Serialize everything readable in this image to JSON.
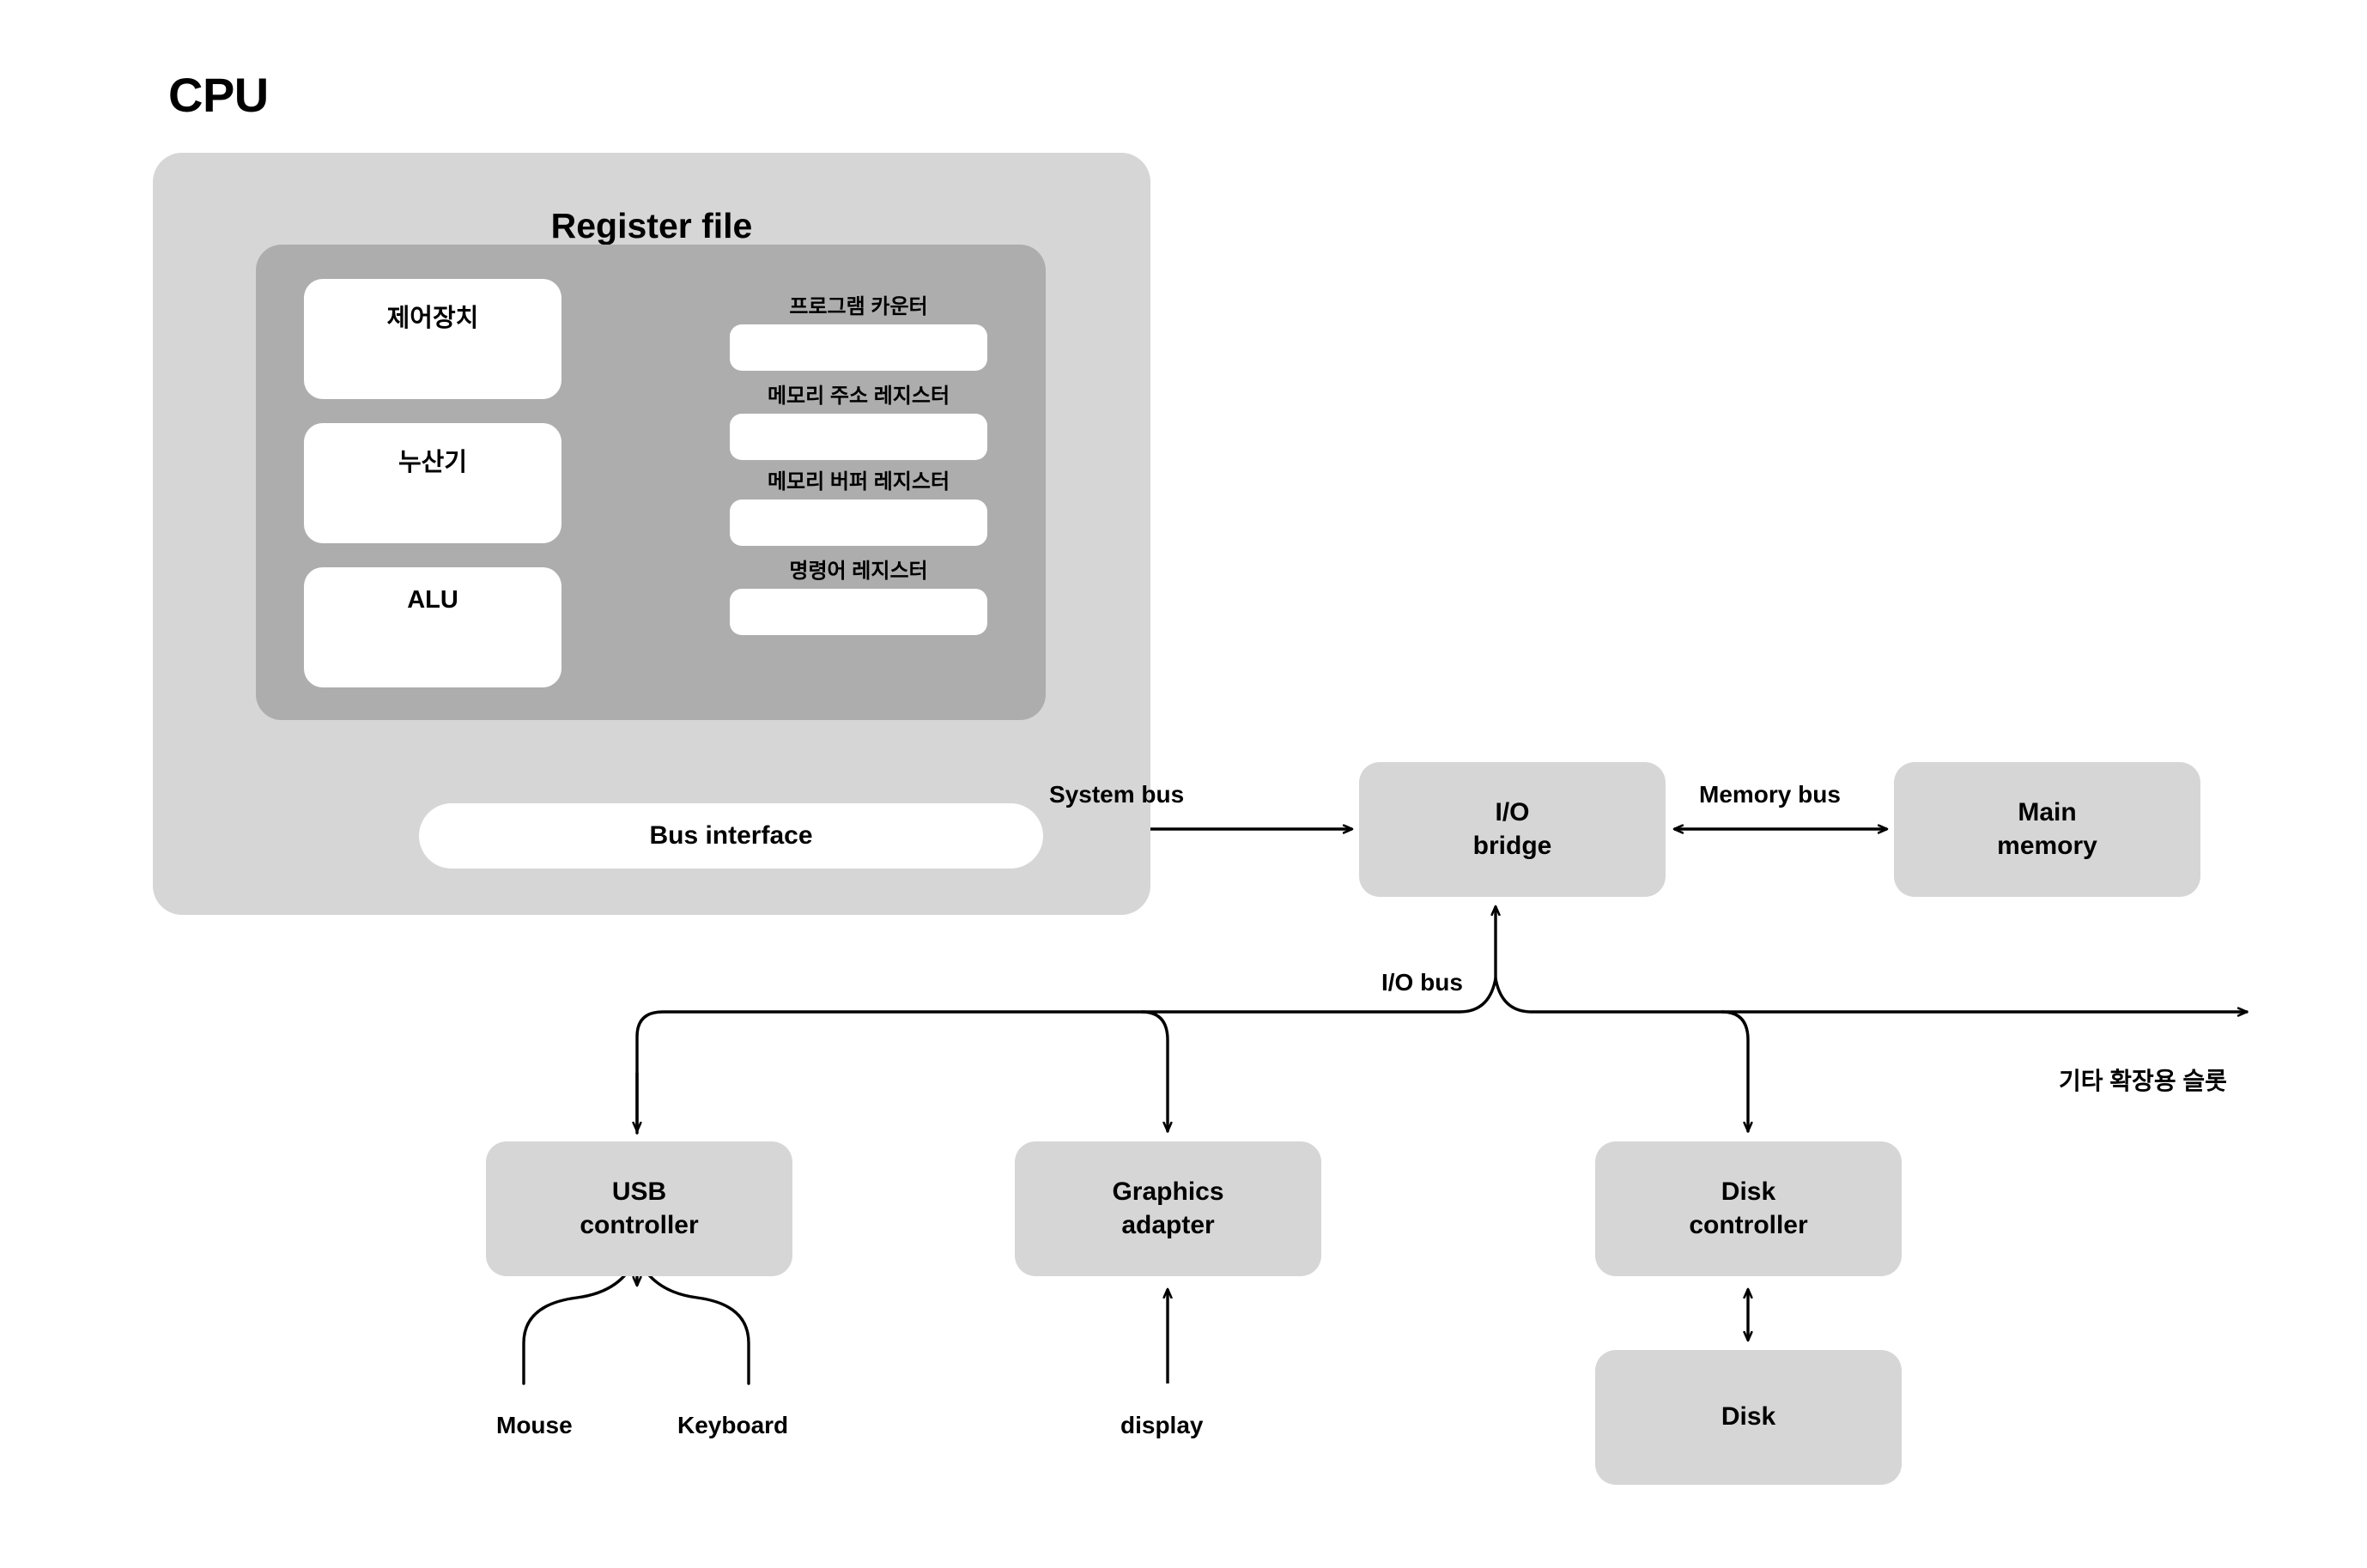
{
  "diagram": {
    "title": "CPU",
    "cpu": {
      "register_file_title": "Register file",
      "units": [
        {
          "label": "제어장치"
        },
        {
          "label": "누산기"
        },
        {
          "label": "ALU"
        }
      ],
      "registers": [
        {
          "label": "프로그램 카운터",
          "value": ""
        },
        {
          "label": "메모리 주소 레지스터",
          "value": ""
        },
        {
          "label": "메모리 버퍼 레지스터",
          "value": ""
        },
        {
          "label": "명령어 레지스터",
          "value": ""
        }
      ],
      "bus_interface": "Bus interface"
    },
    "components": {
      "io_bridge": "I/O\nbridge",
      "main_memory": "Main\nmemory",
      "usb_controller": "USB\ncontroller",
      "graphics_adapter": "Graphics\nadapter",
      "disk_controller": "Disk\ncontroller",
      "disk": "Disk"
    },
    "buses": {
      "system_bus": "System bus",
      "memory_bus": "Memory bus",
      "io_bus": "I/O bus",
      "expansion_slots": "기타 확장용 슬롯"
    },
    "peripherals": {
      "mouse": "Mouse",
      "keyboard": "Keyboard",
      "display": "display"
    },
    "colors": {
      "cpu_container": "#d6d6d6",
      "register_panel": "#adadad",
      "component_box": "#d6d6d6",
      "slot_fill": "#ffffff",
      "line": "#000000",
      "background": "#ffffff"
    }
  }
}
